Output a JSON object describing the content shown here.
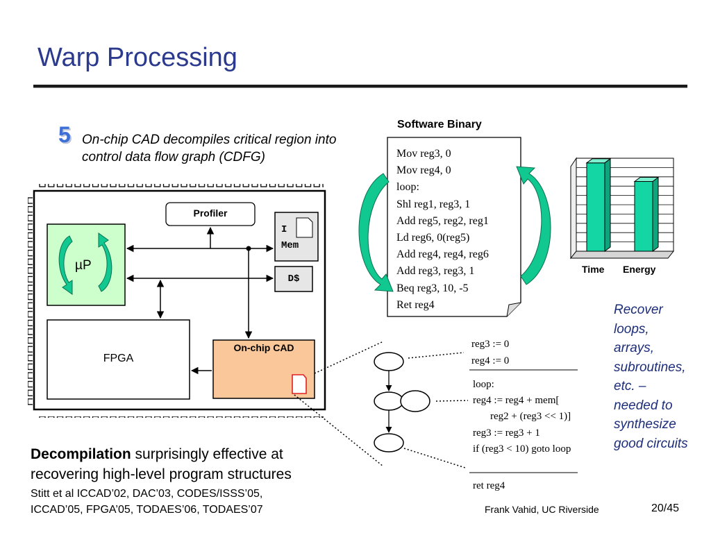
{
  "slide": {
    "title": "Warp Processing",
    "step_number": "5",
    "step_text": "On-chip CAD decompiles critical region into control data flow graph (CDFG)"
  },
  "architecture": {
    "profiler_label": "Profiler",
    "processor_label": "µP",
    "imem_label_1": "I",
    "imem_label_2": "Mem",
    "dcache_label": "D$",
    "fpga_label": "FPGA",
    "cad_label": "On-chip CAD"
  },
  "binary": {
    "title": "Software Binary",
    "lines": [
      "Mov reg3, 0",
      "Mov reg4, 0",
      "loop:",
      "Shl reg1, reg3, 1",
      "Add reg5, reg2, reg1",
      "Ld reg6, 0(reg5)",
      "Add reg4, reg4, reg6",
      "Add reg3, reg3, 1",
      "Beq reg3, 10, -5",
      "Ret reg4"
    ]
  },
  "chart_data": {
    "type": "bar",
    "categories": [
      "Time",
      "Energy"
    ],
    "values": [
      0.95,
      0.75
    ],
    "ylim": [
      0,
      1
    ],
    "grid": true,
    "title": "",
    "xlabel": "",
    "ylabel": ""
  },
  "cdfg": {
    "block1": [
      "reg3 := 0",
      "reg4 := 0"
    ],
    "block2": [
      "loop:",
      "reg4 := reg4 + mem[",
      "reg2 + (reg3 << 1)]",
      "reg3 := reg3 + 1",
      "if (reg3 < 10) goto loop"
    ],
    "block3": [
      "ret reg4"
    ]
  },
  "notes": {
    "recover": [
      "Recover",
      "loops,",
      "arrays,",
      "subroutines,",
      "etc. –",
      "needed to",
      "synthesize",
      "good circuits"
    ],
    "decomp_bold": "Decompilation",
    "decomp_rest": " surprisingly effective at",
    "decomp_line2": "recovering high-level program structures",
    "cite_line1": "Stitt et al ICCAD’02, DAC’03, CODES/ISSS’05,",
    "cite_line2": "ICCAD’05, FPGA’05, TODAES’06, TODAES’07"
  },
  "footer": {
    "author": "Frank Vahid, UC Riverside",
    "page": "20/45"
  },
  "colors": {
    "title": "#2b3a8c",
    "step_number": "#3d6fd8",
    "processor_fill": "#ccffcc",
    "cad_fill": "#f9c79a",
    "bar_fill": "#13d6a4",
    "arrow_fill": "#10c890",
    "recover_text": "#1c2d7a"
  }
}
